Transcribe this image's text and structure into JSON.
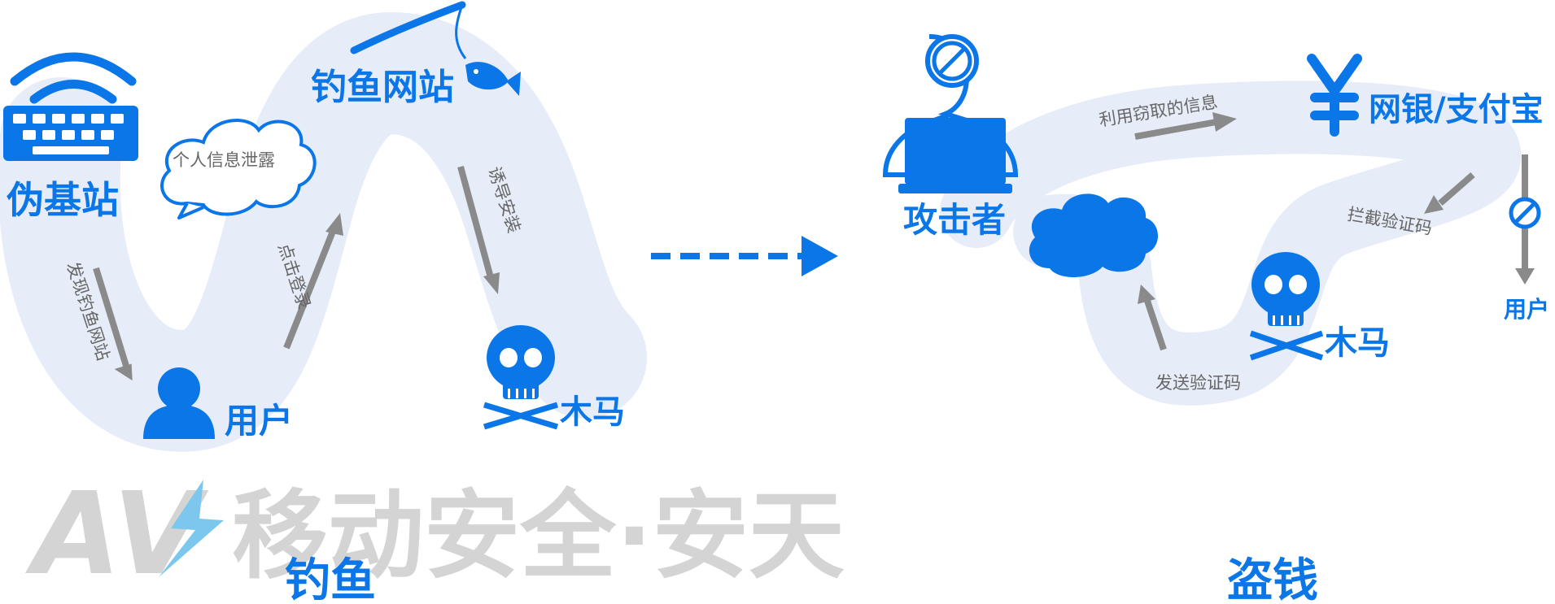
{
  "colors": {
    "accent": "#0a76e8",
    "path_bg": "#e6edf8",
    "arrow_gray": "#8a8a8a",
    "watermark": "#d4d4d4",
    "watermark_accent": "#7cc7ee"
  },
  "phishing": {
    "fake_base_station": "伪基站",
    "find_phishing_site": "发现钓鱼网站",
    "user": "用户",
    "click_login": "点击登录",
    "info_leak": "个人信息泄露",
    "phishing_site": "钓鱼网站",
    "induce_install": "诱导安装",
    "trojan": "木马",
    "caption": "钓鱼"
  },
  "stealing": {
    "attacker": "攻击者",
    "use_stolen_info": "利用窃取的信息",
    "bank_alipay": "网银/支付宝",
    "intercept_code": "拦截验证码",
    "user": "用户",
    "trojan": "木马",
    "send_code": "发送验证码",
    "steal_money": "盗钱",
    "caption": "盗钱"
  },
  "watermark": {
    "logo_text": "AV",
    "text": "移动安全·安天"
  },
  "icons": {
    "fake_base_station": "keyboard-wifi-icon",
    "user": "user-icon",
    "phishing": "fishing-rod-fish-icon",
    "trojan": "skull-crossbones-icon",
    "attacker": "hacker-laptop-icon",
    "money": "yen-icon",
    "blocked": "prohibited-icon"
  }
}
